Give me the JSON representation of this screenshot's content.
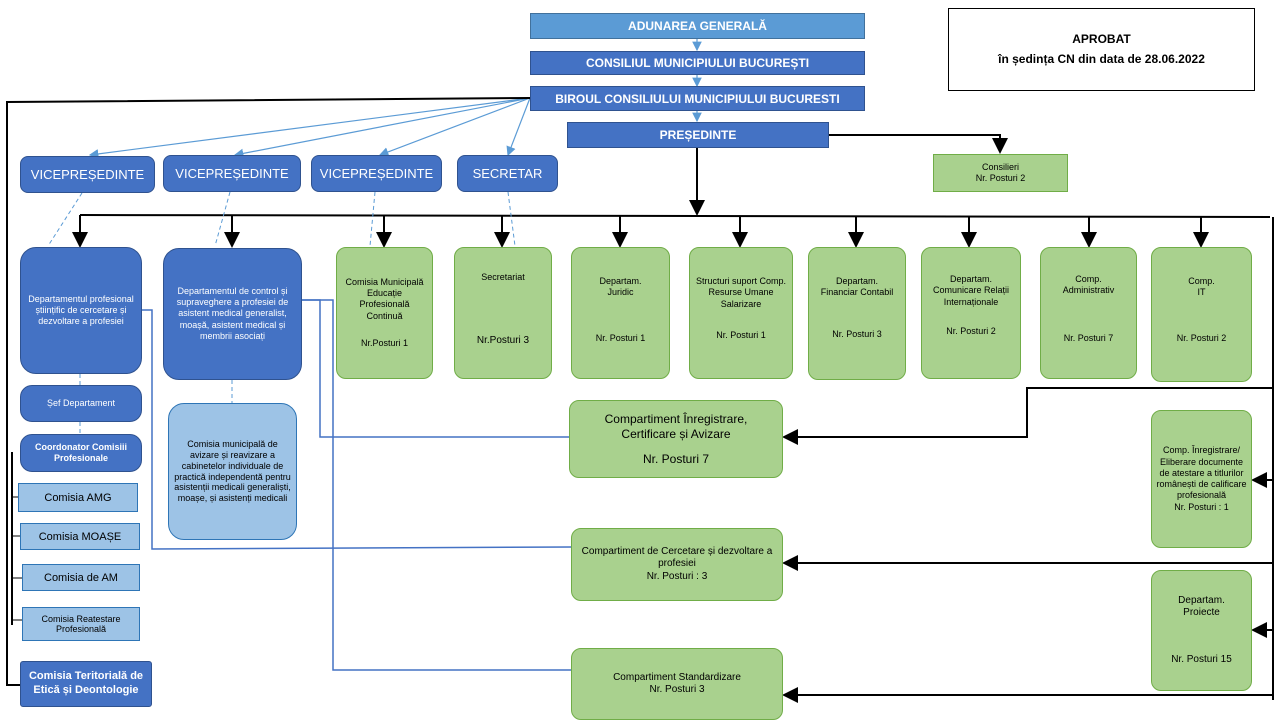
{
  "approved": {
    "line1": "APROBAT",
    "line2": "în ședința CN din data de 28.06.2022"
  },
  "top": {
    "adunarea": "ADUNAREA GENERALĂ",
    "consiliul": "CONSILIUL MUNICIPIULUI BUCUREȘTI",
    "biroul": "BIROUL  CONSILIULUI MUNICIPIULUI BUCURESTI",
    "presedinte": "PREȘEDINTE"
  },
  "consilieri": {
    "title": "Consilieri",
    "posts": "Nr. Posturi 2"
  },
  "vps": {
    "vp1": "VICEPREȘEDINTE",
    "vp2": "VICEPREȘEDINTE",
    "vp3": "VICEPREȘEDINTE",
    "secretar": "SECRETAR"
  },
  "departments": {
    "stiintific": "Departamentul profesional științific de cercetare și dezvoltare a profesiei",
    "control": "Departamentul de control și supraveghere a profesiei de asistent medical generalist, moașă, asistent medical și membrii asociați",
    "sef": "Șef  Departament",
    "coordonator": "Coordonator Comisiii Profesionale",
    "comisia_amg": "Comisia AMG",
    "comisia_moase": "Comisia  MOAȘE",
    "comisia_am": "Comisia de AM",
    "comisia_reatestare": "Comisia Reatestare Profesională",
    "comisia_etica": "Comisia Teritorială de Etică și Deontologie",
    "comisia_avizare": "Comisia municipală de avizare și reavizare a cabinetelor individuale de practică independentă pentru asistenții medicali generaliști, moașe, și asistenți medicali"
  },
  "green_boxes": {
    "emc": {
      "title": "Comisia Municipală Educație Profesională Continuă",
      "posts": "Nr.Posturi  1"
    },
    "secretariat": {
      "title": "Secretariat",
      "posts": "Nr.Posturi 3"
    },
    "juridic": {
      "title": "Departam.\nJuridic",
      "posts": "Nr. Posturi 1"
    },
    "resurse": {
      "title": "Structuri suport Comp.\nResurse Umane Salarizare",
      "posts": "Nr. Posturi 1"
    },
    "financiar": {
      "title": "Departam.\nFinanciar Contabil",
      "posts": "Nr. Posturi 3"
    },
    "comunicare": {
      "title": "Departam.\nComunicare Relații Internaționale",
      "posts": "Nr. Posturi  2"
    },
    "administrativ": {
      "title": "Comp.\nAdministrativ",
      "posts": "Nr. Posturi 7"
    },
    "it": {
      "title": "Comp.\nIT",
      "posts": "Nr. Posturi 2"
    },
    "inregistrare": {
      "title": "Compartiment Înregistrare,\nCertificare și Avizare",
      "posts": "Nr. Posturi  7"
    },
    "cercetare": {
      "title": "Compartiment de Cercetare și dezvoltare a profesiei",
      "posts": "Nr. Posturi : 3"
    },
    "standardizare": {
      "title": "Compartiment Standardizare",
      "posts": "Nr. Posturi 3"
    },
    "eliberare": {
      "title": "Comp. Înregistrare/ Eliberare documente de atestare a titlurilor românești de calificare profesională",
      "posts": "Nr. Posturi : 1"
    },
    "proiecte": {
      "title": "Departam.\nProiecte",
      "posts": "Nr. Posturi  15"
    }
  },
  "colors": {
    "header": "#4472c4",
    "header_light": "#5b9bd5",
    "green": "#a9d18e",
    "light_blue": "#9dc3e6"
  }
}
